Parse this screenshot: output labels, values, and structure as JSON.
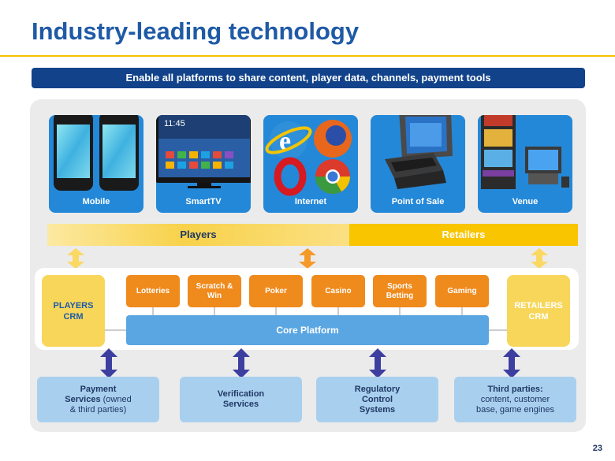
{
  "title": "Industry-leading technology",
  "banner": "Enable all platforms to share content, player data, channels, payment tools",
  "channels": [
    {
      "label": "Mobile",
      "icon": "smartphones-icon"
    },
    {
      "label": "SmartTV",
      "icon": "smart-tv-icon"
    },
    {
      "label": "Internet",
      "icon": "web-browsers-icon"
    },
    {
      "label": "Point of Sale",
      "icon": "pos-terminal-icon"
    },
    {
      "label": "Venue",
      "icon": "gaming-machines-icon"
    }
  ],
  "segments": {
    "players": "Players",
    "retailers": "Retailers"
  },
  "crm": {
    "players": "PLAYERS\nCRM",
    "retailers": "RETAILERS\nCRM"
  },
  "products": [
    "Lotteries",
    "Scratch &\nWin",
    "Poker",
    "Casino",
    "Sports\nBetting",
    "Gaming"
  ],
  "core": "Core Platform",
  "services": [
    {
      "bold": "Payment\nServices",
      "rest": " (owned\n& third parties)"
    },
    {
      "bold": "Verification\nServices",
      "rest": ""
    },
    {
      "bold": "Regulatory\nControl\nSystems",
      "rest": ""
    },
    {
      "bold": "Third parties:",
      "rest": "\ncontent, customer\nbase, game engines"
    }
  ],
  "page_number": "23",
  "colors": {
    "title": "#1f5aa6",
    "accent_rule": "#f2c200",
    "banner": "#12438a",
    "tile": "#2488d8",
    "players_bar": "#f8d24a",
    "retailers_bar": "#f9c400",
    "crm": "#f7d65a",
    "product": "#ef8a1c",
    "core": "#5aa6e2",
    "service": "#a9cfee",
    "arrow_orange": "#f59a2a",
    "arrow_yellow": "#fbd862",
    "arrow_navy": "#3c3fa0"
  }
}
